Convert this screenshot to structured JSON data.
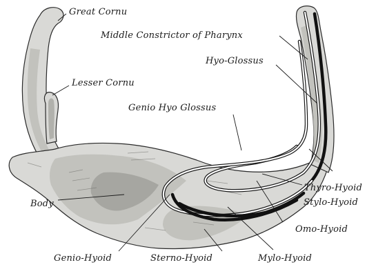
{
  "labels": {
    "great_cornu": "Great Cornu",
    "middle_constrictor": "Middle Constrictor of Pharynx",
    "hyo_glossus": "Hyo-Glossus",
    "lesser_cornu": "Lesser Cornu",
    "genio_hyo_glossus": "Genio Hyo Glossus",
    "thyro_hyoid": "Thyro-Hyoid",
    "stylo_hyoid": "Stylo-Hyoid",
    "body": "Body",
    "omo_hyoid": "Omo-Hyoid",
    "genio_hyoid": "Genio-Hyoid",
    "sterno_hyoid": "Sterno-Hyoid",
    "mylo_hyoid": "Mylo-Hyoid"
  }
}
